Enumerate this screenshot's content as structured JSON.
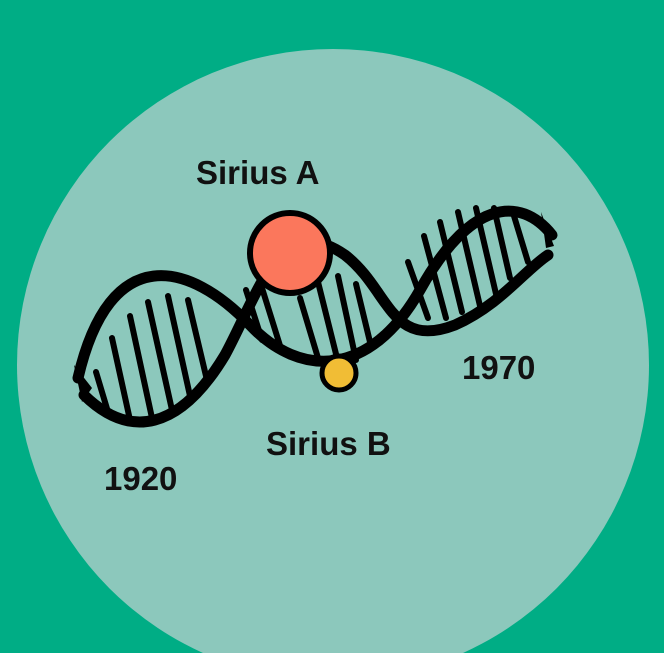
{
  "labels": {
    "star_a": "Sirius A",
    "star_b": "Sirius B",
    "year_start": "1920",
    "year_end": "1970"
  },
  "colors": {
    "background": "#00ad85",
    "disc": "#8cc8bc",
    "helix": "#000000",
    "star_a": "#fb775c",
    "star_b": "#f1bd35"
  },
  "icons": {
    "helix": "double-helix-icon"
  }
}
